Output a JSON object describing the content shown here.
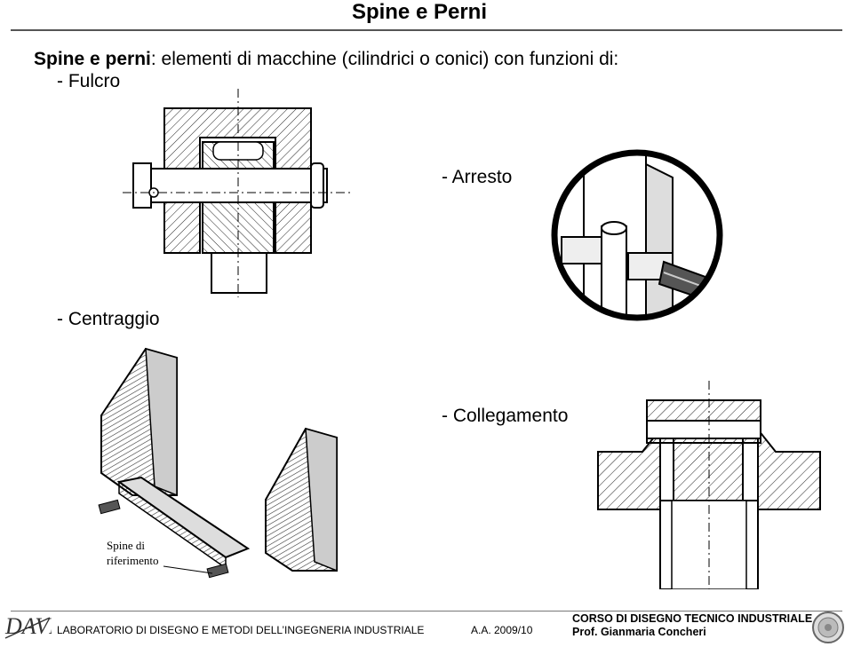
{
  "slide": {
    "title": "Spine e Perni",
    "intro_term": "Spine e perni",
    "intro_rest": ": elementi di macchine (cilindrici o conici) con funzioni di:"
  },
  "labels": {
    "fulcro": "- Fulcro",
    "arresto": "- Arresto",
    "centraggio": "- Centraggio",
    "collegamento": "- Collegamento"
  },
  "figures": {
    "centraggio_caption_line1": "Spine di",
    "centraggio_caption_line2": "riferimento"
  },
  "footer": {
    "logo_text": "DAVR",
    "lab": "LABORATORIO DI DISEGNO E METODI DELL’INGEGNERIA INDUSTRIALE",
    "year": "A.A. 2009/10",
    "course": "CORSO DI DISEGNO TECNICO INDUSTRIALE",
    "professor": "Prof. Gianmaria Concheri"
  }
}
